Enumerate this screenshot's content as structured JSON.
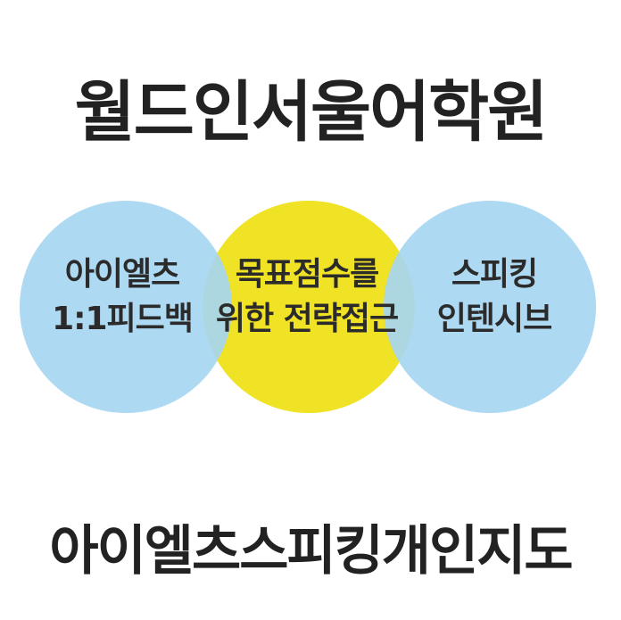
{
  "title": "월드인서울어학원",
  "circles": [
    {
      "line1": "아이엘츠",
      "line2": "1:1피드백",
      "color": "#a7d6f1"
    },
    {
      "line1": "목표점수를",
      "line2": "위한 전략접근",
      "color": "#f0e224"
    },
    {
      "line1": "스피킹",
      "line2": "인텐시브",
      "color": "#a7d6f1"
    }
  ],
  "footer": "아이엘츠스피킹개인지도"
}
